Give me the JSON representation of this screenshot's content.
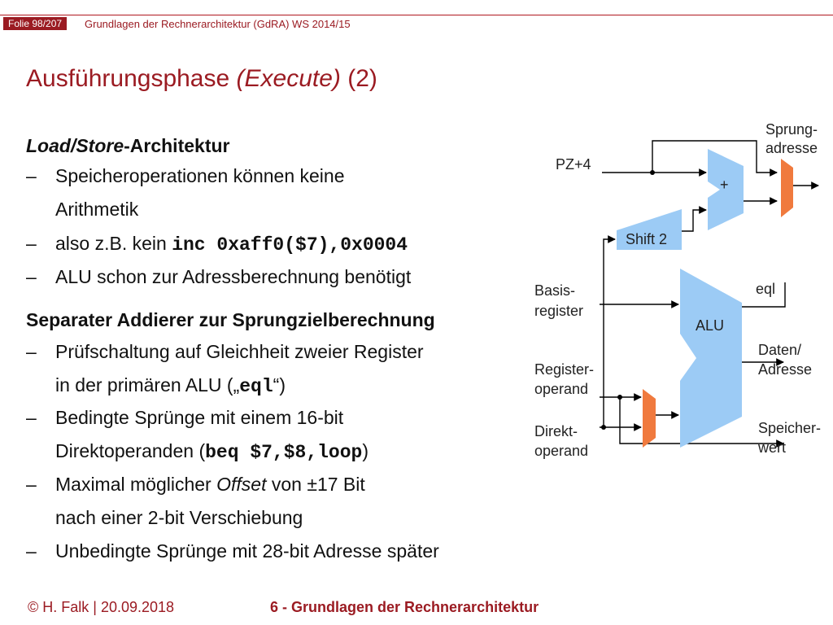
{
  "header": {
    "slide_badge": "Folie 98/207",
    "course": "Grundlagen der Rechnerarchitektur (GdRA) WS 2014/15"
  },
  "title": {
    "main": "Ausführungsphase ",
    "italic": "(Execute)",
    "suffix": " (2)"
  },
  "section1": {
    "heading_italic": "Load/Store",
    "heading_rest": "-Architektur",
    "items": [
      {
        "dash": "–",
        "text": "Speicheroperationen können keine"
      },
      {
        "dash": "",
        "text": "Arithmetik"
      },
      {
        "dash": "–",
        "pre": "also z.B. kein ",
        "code": "inc 0xaff0($7),0x0004"
      },
      {
        "dash": "–",
        "text": "ALU schon zur Adressberechnung benötigt"
      }
    ]
  },
  "section2": {
    "heading": "Separater Addierer zur Sprungzielberechnung",
    "items": [
      {
        "dash": "–",
        "text": "Prüfschaltung auf Gleichheit zweier Register"
      },
      {
        "dash": "",
        "pre": "in der primären ALU („",
        "code": "eql",
        "post": "“)"
      },
      {
        "dash": "–",
        "text": "Bedingte Sprünge mit einem 16-bit"
      },
      {
        "dash": "",
        "pre": "Direktoperanden (",
        "code": "beq $7,$8,loop",
        "post": ")"
      },
      {
        "dash": "–",
        "pre": "Maximal möglicher ",
        "italic": "Offset",
        "post": " von ±17 Bit"
      },
      {
        "dash": "",
        "text": "nach einer 2-bit Verschiebung"
      },
      {
        "dash": "–",
        "text": "Unbedingte Sprünge mit 28-bit Adresse später"
      }
    ]
  },
  "diagram": {
    "labels": {
      "pz4": "PZ+4",
      "sprung1": "Sprung-",
      "sprung2": "adresse",
      "plus": "+",
      "shift": "Shift 2",
      "basis1": "Basis-",
      "basis2": "register",
      "alu": "ALU",
      "eql": "eql",
      "daten1": "Daten/",
      "daten2": "Adresse",
      "regop1": "Register-",
      "regop2": "operand",
      "direkt1": "Direkt-",
      "direkt2": "operand",
      "speicher1": "Speicher-",
      "speicher2": "wert"
    },
    "colors": {
      "unit": "#9ccbf5",
      "mux": "#f07a3e",
      "wire": "#000000"
    }
  },
  "footer": {
    "author": "© H. Falk | 20.09.2018",
    "chapter": "6 - Grundlagen der Rechnerarchitektur"
  }
}
